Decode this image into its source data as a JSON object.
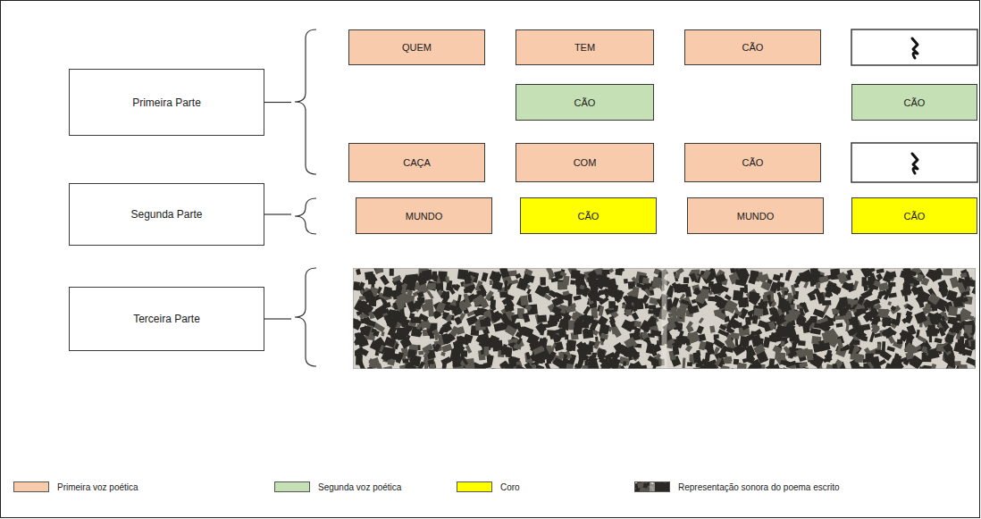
{
  "diagram": {
    "nodes": [
      {
        "text": [
          "Primeira Parte"
        ]
      },
      {
        "text": [
          "QUEM"
        ]
      },
      {
        "text": [
          "TEM"
        ]
      },
      {
        "text": [
          "CÃO"
        ]
      },
      {
        "text": [
          "CÃO"
        ]
      },
      {
        "text": [
          "CÃO"
        ]
      },
      {
        "text": [
          "CAÇA"
        ]
      },
      {
        "text": [
          "COM"
        ]
      },
      {
        "text": [
          "CÃO"
        ]
      },
      {
        "text": [
          "Segunda Parte"
        ]
      },
      {
        "text": [
          "MUNDO"
        ]
      },
      {
        "text": [
          "CÃO"
        ]
      },
      {
        "text": [
          "MUNDO"
        ]
      },
      {
        "text": [
          "CÃO"
        ]
      },
      {
        "text": [
          "Terceira Parte"
        ]
      }
    ],
    "legend": [
      {
        "text": "Primeira voz poética",
        "color": "#f8cbad"
      },
      {
        "text": "Segunda voz poética",
        "color": "#c5e0b4"
      },
      {
        "text": "Coro",
        "color": "#ffff00"
      },
      {
        "text": "Representação sonora do poema escrito"
      }
    ]
  }
}
